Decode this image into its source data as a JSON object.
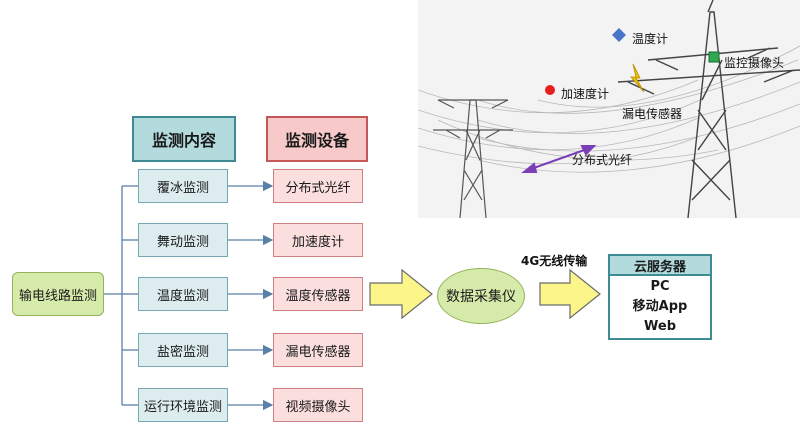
{
  "root": "输电线路监测",
  "headers": {
    "content": "监测内容",
    "device": "监测设备"
  },
  "rows": [
    {
      "content": "覆冰监测",
      "device": "分布式光纤"
    },
    {
      "content": "舞动监测",
      "device": "加速度计"
    },
    {
      "content": "温度监测",
      "device": "温度传感器"
    },
    {
      "content": "盐密监测",
      "device": "漏电传感器"
    },
    {
      "content": "运行环境监测",
      "device": "视频摄像头"
    }
  ],
  "collector": "数据采集仪",
  "transmission": "4G无线传输",
  "cloud": {
    "title": "云服务器",
    "items": [
      "PC",
      "移动App",
      "Web"
    ]
  },
  "photo_labels": {
    "thermometer": "温度计",
    "camera": "监控摄像头",
    "accelerometer": "加速度计",
    "leakage": "漏电传感器",
    "fiber": "分布式光纤"
  },
  "colors": {
    "green_fill": "#d6eaaa",
    "teal_fill": "#b3dbde",
    "pink_fill": "#f7c9c9",
    "arrow_fill": "#fbf58a",
    "thermometer_marker": "#4a74c9",
    "camera_marker": "#2fa84f",
    "accelerometer_marker": "#e61e1e",
    "fiber_arrow": "#7a3fb8"
  }
}
